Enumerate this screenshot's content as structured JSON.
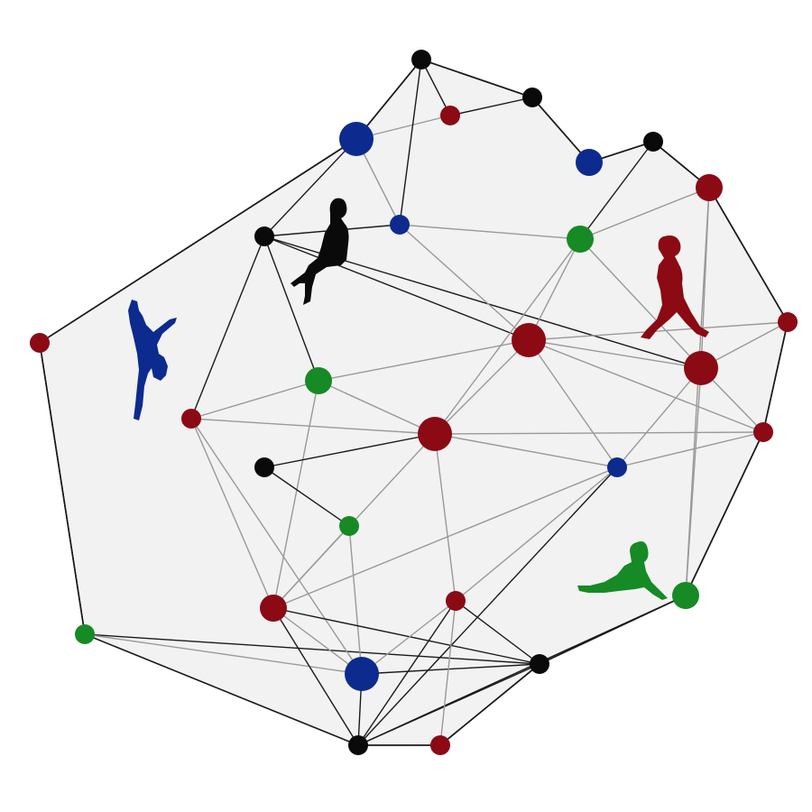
{
  "colors": {
    "background": "#ffffff",
    "hull_fill": "#f2f2f2",
    "hull_edge": "#1a1a1a",
    "black": "#0a0a0a",
    "red": "#8b0a14",
    "blue": "#0d2b8e",
    "green": "#168a24",
    "inner_edge": "#999999"
  },
  "figures": [
    {
      "name": "handstand-figure-icon",
      "color": "blue"
    },
    {
      "name": "seated-figure-icon",
      "color": "black"
    },
    {
      "name": "walking-figure-icon",
      "color": "red"
    },
    {
      "name": "reclining-figure-icon",
      "color": "green"
    }
  ],
  "nodes": [
    {
      "id": "b1",
      "color": "black",
      "size": "small"
    },
    {
      "id": "b2",
      "color": "black",
      "size": "small"
    },
    {
      "id": "b3",
      "color": "black",
      "size": "small"
    },
    {
      "id": "b4",
      "color": "black",
      "size": "small"
    },
    {
      "id": "b5",
      "color": "black",
      "size": "small"
    },
    {
      "id": "b6",
      "color": "black",
      "size": "small"
    },
    {
      "id": "b7",
      "color": "black",
      "size": "small"
    },
    {
      "id": "r1",
      "color": "red",
      "size": "small"
    },
    {
      "id": "r2",
      "color": "red",
      "size": "medium"
    },
    {
      "id": "r3",
      "color": "red",
      "size": "small"
    },
    {
      "id": "r4",
      "color": "red",
      "size": "small"
    },
    {
      "id": "r5",
      "color": "red",
      "size": "large"
    },
    {
      "id": "r6",
      "color": "red",
      "size": "large"
    },
    {
      "id": "r7",
      "color": "red",
      "size": "small"
    },
    {
      "id": "r8",
      "color": "red",
      "size": "large"
    },
    {
      "id": "r9",
      "color": "red",
      "size": "medium"
    },
    {
      "id": "r10",
      "color": "red",
      "size": "small"
    },
    {
      "id": "r11",
      "color": "red",
      "size": "small"
    },
    {
      "id": "bl1",
      "color": "blue",
      "size": "large"
    },
    {
      "id": "bl2",
      "color": "blue",
      "size": "medium"
    },
    {
      "id": "bl3",
      "color": "blue",
      "size": "small"
    },
    {
      "id": "bl4",
      "color": "blue",
      "size": "small"
    },
    {
      "id": "bl5",
      "color": "blue",
      "size": "large"
    },
    {
      "id": "g1",
      "color": "green",
      "size": "medium"
    },
    {
      "id": "g2",
      "color": "green",
      "size": "medium"
    },
    {
      "id": "g3",
      "color": "green",
      "size": "small"
    },
    {
      "id": "g4",
      "color": "green",
      "size": "medium"
    },
    {
      "id": "g5",
      "color": "green",
      "size": "small"
    }
  ],
  "edges": [
    [
      "r3",
      "bl1"
    ],
    [
      "bl1",
      "b1"
    ],
    [
      "b1",
      "b2"
    ],
    [
      "b2",
      "bl2"
    ],
    [
      "bl2",
      "b3"
    ],
    [
      "b3",
      "r2"
    ],
    [
      "r2",
      "r4"
    ],
    [
      "r4",
      "r7"
    ],
    [
      "r7",
      "g4"
    ],
    [
      "g4",
      "b7"
    ],
    [
      "b7",
      "r11"
    ],
    [
      "r11",
      "b6"
    ],
    [
      "b6",
      "g5"
    ],
    [
      "g5",
      "r3"
    ],
    [
      "bl1",
      "b4"
    ],
    [
      "bl1",
      "bl3"
    ],
    [
      "bl1",
      "r1"
    ],
    [
      "b1",
      "r1"
    ],
    [
      "b1",
      "bl3"
    ],
    [
      "r1",
      "b2"
    ],
    [
      "b2",
      "bl2"
    ],
    [
      "b4",
      "r10"
    ],
    [
      "b4",
      "bl3"
    ],
    [
      "b4",
      "g1"
    ],
    [
      "b4",
      "r5"
    ],
    [
      "b4",
      "r8"
    ],
    [
      "bl3",
      "g2"
    ],
    [
      "bl3",
      "r5"
    ],
    [
      "g2",
      "r2"
    ],
    [
      "g2",
      "r5"
    ],
    [
      "g2",
      "r8"
    ],
    [
      "g2",
      "r6"
    ],
    [
      "b3",
      "g2"
    ],
    [
      "r10",
      "g1"
    ],
    [
      "r10",
      "r9"
    ],
    [
      "r10",
      "bl5"
    ],
    [
      "g1",
      "r5"
    ],
    [
      "g1",
      "r6"
    ],
    [
      "g1",
      "r9"
    ],
    [
      "r5",
      "r6"
    ],
    [
      "r5",
      "r8"
    ],
    [
      "r5",
      "bl4"
    ],
    [
      "r5",
      "r4"
    ],
    [
      "r5",
      "r7"
    ],
    [
      "r8",
      "r7"
    ],
    [
      "r8",
      "bl4"
    ],
    [
      "r8",
      "r2"
    ],
    [
      "r6",
      "bl4"
    ],
    [
      "r6",
      "r9"
    ],
    [
      "r6",
      "r11"
    ],
    [
      "r6",
      "b5"
    ],
    [
      "r6",
      "r10"
    ],
    [
      "b5",
      "g3"
    ],
    [
      "b5",
      "r6"
    ],
    [
      "g3",
      "r9"
    ],
    [
      "g3",
      "bl5"
    ],
    [
      "r9",
      "bl4"
    ],
    [
      "r9",
      "bl5"
    ],
    [
      "r9",
      "b6"
    ],
    [
      "bl4",
      "r11"
    ],
    [
      "bl4",
      "b7"
    ],
    [
      "bl4",
      "r7"
    ],
    [
      "bl4",
      "r9"
    ],
    [
      "r11",
      "bl5"
    ],
    [
      "r11",
      "b7"
    ],
    [
      "bl5",
      "b7"
    ],
    [
      "bl5",
      "b6"
    ],
    [
      "g5",
      "bl5"
    ],
    [
      "b7",
      "b6"
    ],
    [
      "b2",
      "bl2"
    ],
    [
      "r4",
      "r8"
    ],
    [
      "r7",
      "r6"
    ],
    [
      "r8",
      "r2"
    ]
  ]
}
